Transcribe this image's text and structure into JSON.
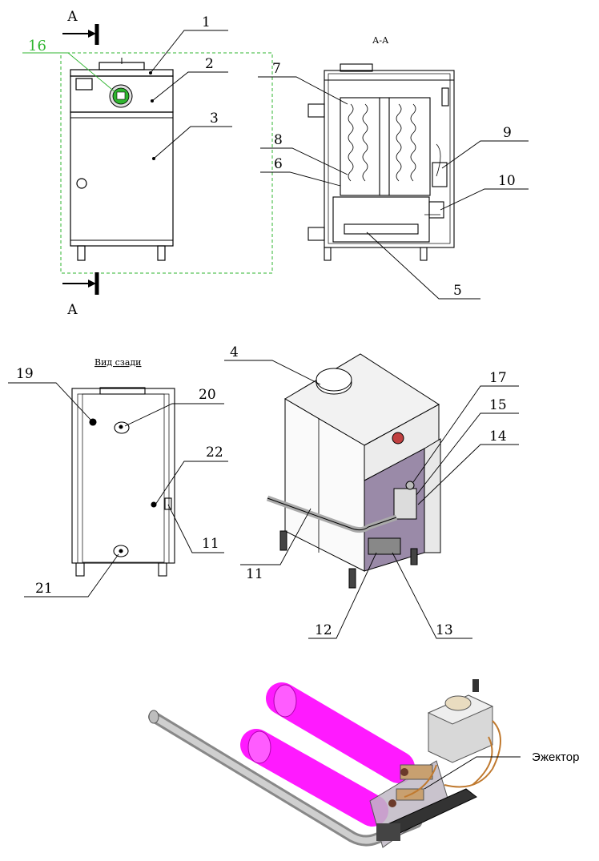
{
  "colors": {
    "accent_green": "#2fb52f",
    "burner_magenta": "#ff1aff",
    "door_purple": "#9a8aa8"
  },
  "section_marks": {
    "top": "А",
    "bottom": "А"
  },
  "view_titles": {
    "section": "А-А",
    "rear_view": "Вид сзади"
  },
  "callouts": {
    "c1": "1",
    "c2": "2",
    "c3": "3",
    "c4": "4",
    "c5": "5",
    "c6": "6",
    "c7": "7",
    "c8": "8",
    "c9": "9",
    "c10": "10",
    "c11a": "11",
    "c11b": "11",
    "c12": "12",
    "c13": "13",
    "c14": "14",
    "c15": "15",
    "c16": "16",
    "c17": "17",
    "c19": "19",
    "c20": "20",
    "c21": "21",
    "c22": "22"
  },
  "ejector_label": "Эжектор"
}
